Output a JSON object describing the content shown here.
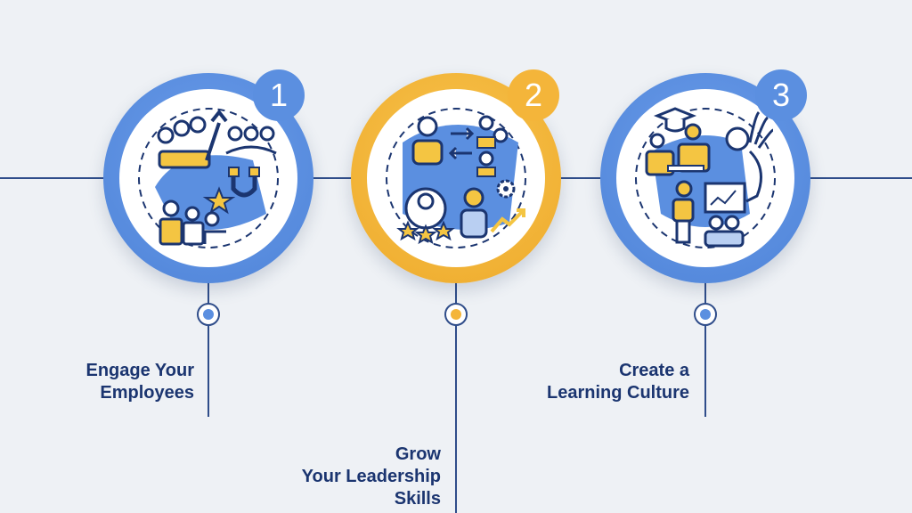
{
  "steps": [
    {
      "number": "1",
      "label_line1": "Engage Your",
      "label_line2": "Employees",
      "accent": "#5b8fe0"
    },
    {
      "number": "2",
      "label_line1": "Grow",
      "label_line2": "Your Leadership",
      "label_line3": "Skills",
      "accent": "#f4b53a"
    },
    {
      "number": "3",
      "label_line1": "Create a",
      "label_line2": "Learning Culture",
      "accent": "#5b8fe0"
    }
  ],
  "colors": {
    "line": "#2f4d8a",
    "text": "#1b3570",
    "blue": "#5b8fe0",
    "yellow": "#f4b53a",
    "light_blue": "#b9cff2",
    "background": "#eef1f5"
  }
}
